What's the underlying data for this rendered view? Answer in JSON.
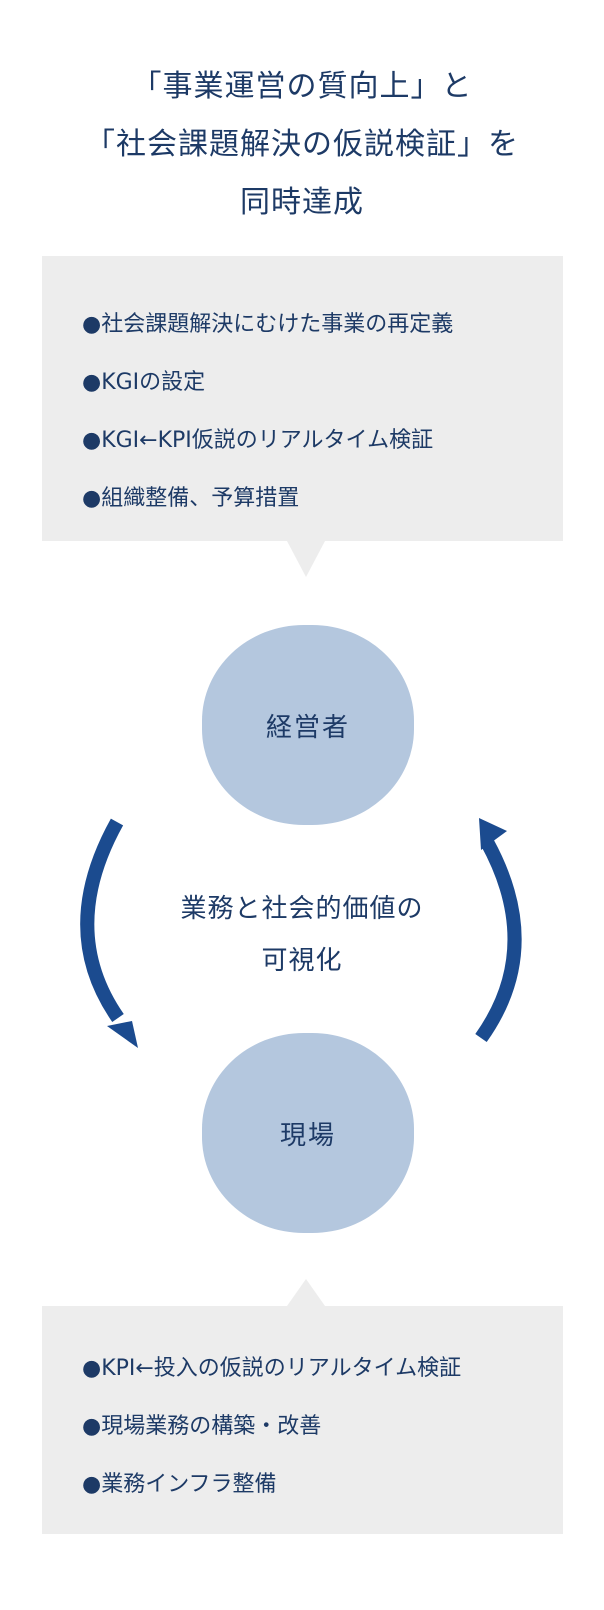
{
  "title": {
    "line1": "「事業運営の質向上」と",
    "line2": "「社会課題解決の仮説検証」を",
    "line3": "同時達成"
  },
  "top_box": {
    "items": [
      "●社会課題解決にむけた事業の再定義",
      "●KGIの設定",
      "●KGI←KPI仮説のリアルタイム検証",
      "●組織整備、予算措置"
    ]
  },
  "top_node": {
    "label": "経営者"
  },
  "cycle_center": {
    "line1": "業務と社会的価値の",
    "line2": "可視化"
  },
  "bottom_node": {
    "label": "現場"
  },
  "bottom_box": {
    "items": [
      "●KPI←投入の仮説のリアルタイム検証",
      "●現場業務の構築・改善",
      "●業務インフラ整備"
    ]
  },
  "colors": {
    "arrow": "#1b4b8f",
    "node_fill": "#b4c7de",
    "box_fill": "#ededed",
    "text": "#1d3a66"
  }
}
